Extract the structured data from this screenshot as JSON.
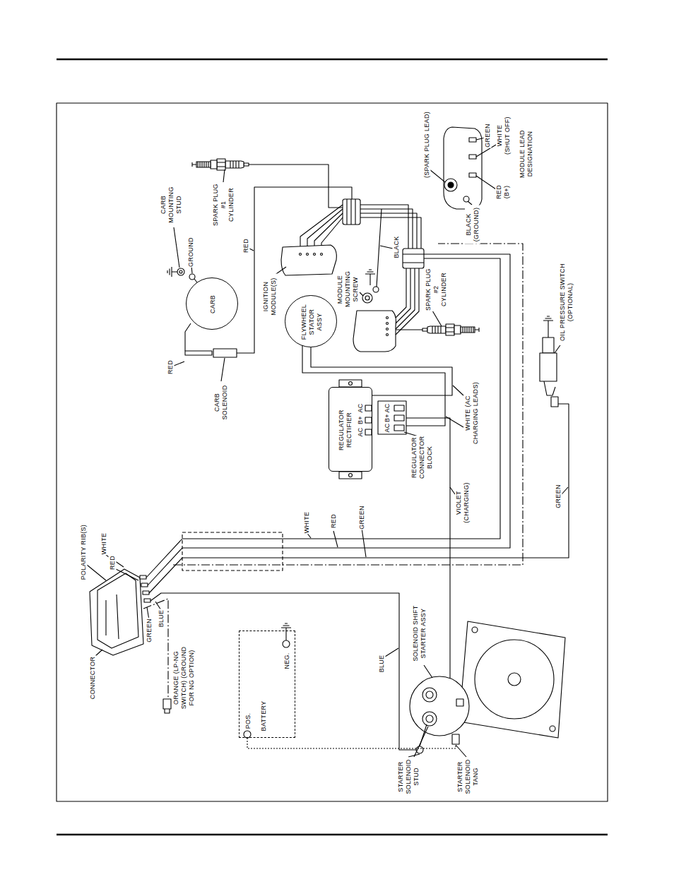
{
  "diagram": {
    "nodes": [
      {
        "text": [
          "CARB"
        ]
      },
      {
        "text": [
          "FLYWHEEL STATOR ASSY"
        ]
      },
      {
        "text": [
          "REGULATOR RECTIFIER"
        ]
      },
      {
        "text": [
          "POS.",
          "BATTERY",
          "NEG."
        ]
      }
    ],
    "edges": [
      {
        "from": 1,
        "to": 2,
        "arrow": "none"
      }
    ],
    "labels": [
      "(SPARK PLUG LEAD)",
      "GREEN",
      "WHITE (SHUT OFF)",
      "MODULE LEAD DESIGNATION",
      "RED (B+)",
      "BLACK (GROUND)",
      "CARB MOUNTING STUD",
      "GROUND",
      "SPARK PLUG #1 CYLINDER",
      "RED",
      "IGNITION MODULE(S)",
      "BLACK",
      "MODULE MOUNTING SCREW",
      "SPARK PLUG #2 CYLINDER",
      "RED",
      "CARB SOLENOID",
      "AC",
      "B+",
      "AC",
      "AC",
      "B+",
      "AC",
      "REGULATOR CONNECTOR BLOCK",
      "WHITE (AC CHARGING LEADS)",
      "VIOLET (CHARGING)",
      "OIL PRESSURE SWITCH (OPTIONAL)",
      "GREEN",
      "WHITE",
      "RED",
      "GREEN",
      "POLARITY RIB(S)",
      "WHITE",
      "RED",
      "GREEN",
      "BLUE",
      "CONNECTOR",
      "ORANGE (LP-NG SWITCH) (GROUND FOR NG OPTION)",
      "BLUE",
      "SOLENOID SHIFT STARTER ASSY",
      "STARTER SOLENOID STUD",
      "STARTER SOLENOID TANG"
    ]
  }
}
